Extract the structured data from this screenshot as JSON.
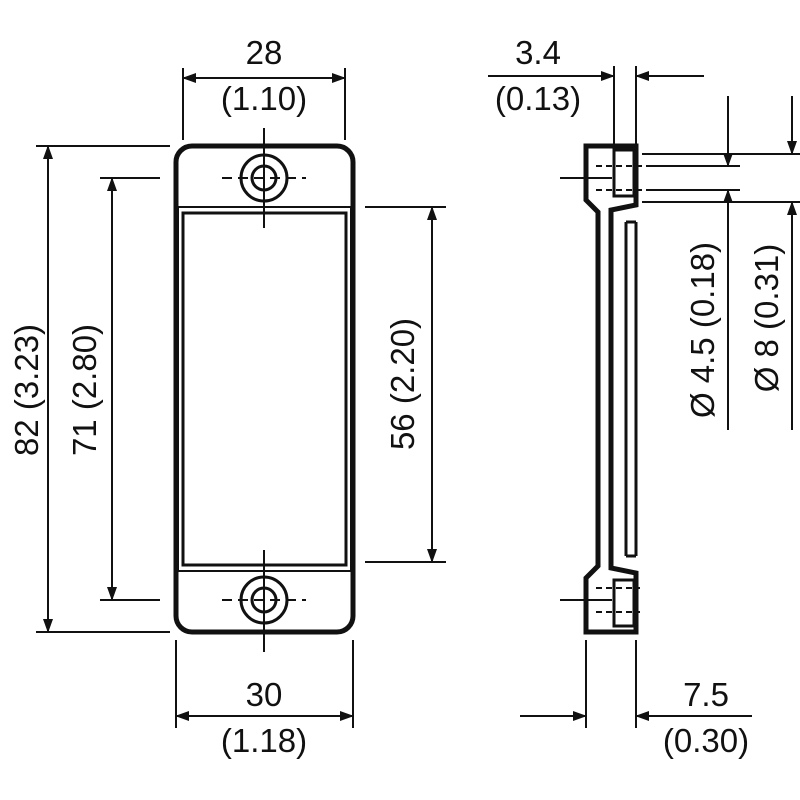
{
  "dimensions": {
    "top_width_mm": "28",
    "top_width_in": "(1.10)",
    "bottom_width_mm": "30",
    "bottom_width_in": "(1.18)",
    "overall_height": "82 (3.23)",
    "hole_spacing": "71 (2.80)",
    "reflector_height": "56 (2.20)",
    "side_thickness_mm": "3.4",
    "side_thickness_in": "(0.13)",
    "side_depth_mm": "7.5",
    "side_depth_in": "(0.30)",
    "hole_diameter": "Ø 4.5 (0.18)",
    "counterbore_diameter": "Ø 8 (0.31)"
  },
  "colors": {
    "line": "#111111",
    "background": "#ffffff"
  }
}
